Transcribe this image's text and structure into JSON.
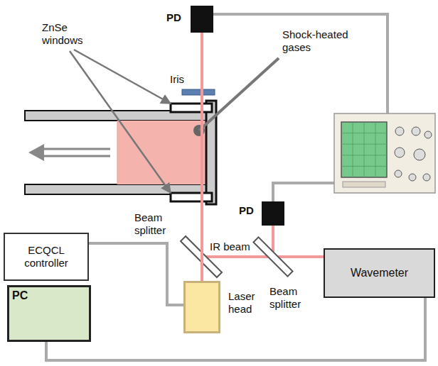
{
  "diagram": {
    "nodes": [
      {
        "text": [
          "PD"
        ]
      },
      {
        "text": [
          "PD"
        ]
      },
      {
        "text": [
          "ECQCL controller"
        ]
      },
      {
        "text": [
          "Wavemeter"
        ]
      },
      {
        "text": [
          "Laser head"
        ]
      },
      {
        "text": [
          "PC"
        ]
      }
    ],
    "edges": [
      {
        "from": 2,
        "to": 4,
        "arrow": "none"
      },
      {
        "from": 5,
        "to": 3,
        "arrow": "none"
      },
      {
        "from": 4,
        "to": 0,
        "arrow": "none"
      }
    ],
    "labels": [
      "ZnSe windows",
      "Iris",
      "Shock-heated gases",
      "Beam splitter",
      "IR beam",
      "Beam splitter"
    ]
  }
}
